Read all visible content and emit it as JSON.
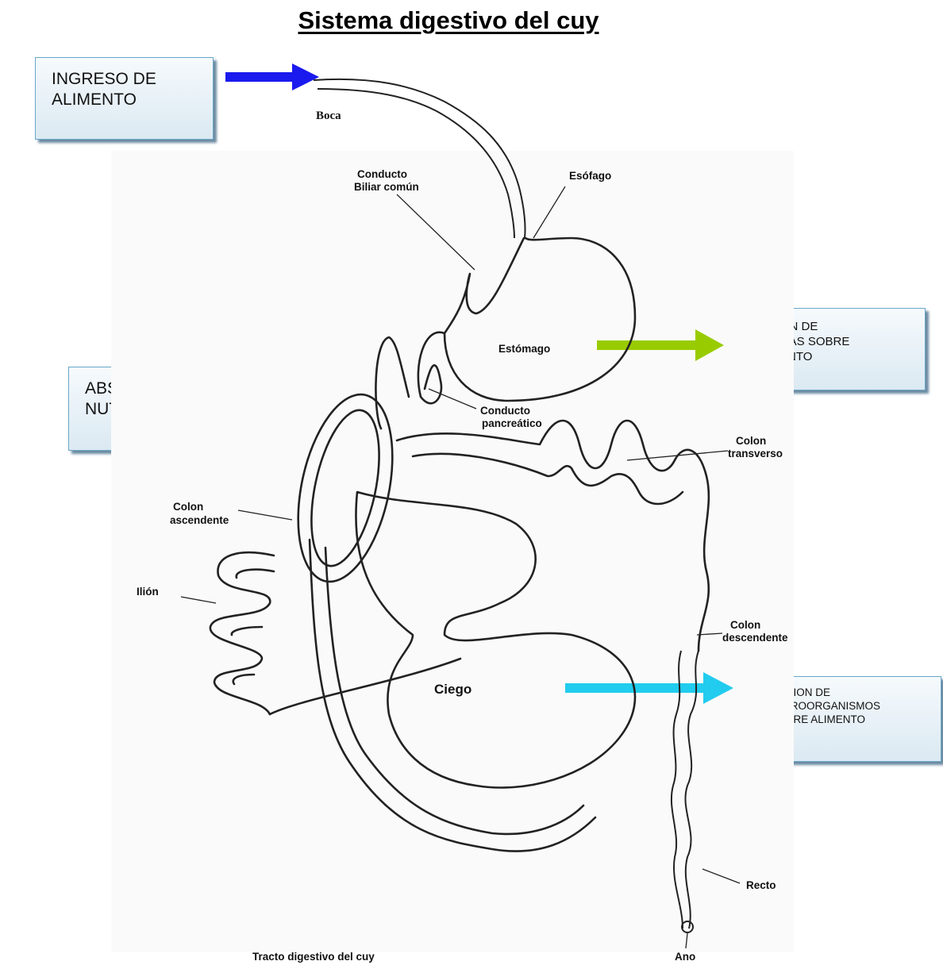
{
  "title": "Sistema digestivo del cuy",
  "callouts": {
    "ingreso": [
      "INGRESO  DE",
      "ALIMENTO"
    ],
    "absorcion": [
      "ABSORCION DE",
      "NUTRIENTES"
    ],
    "enzimas": [
      "ACCION DE",
      "ENZIMAS SOBRE",
      "ALIMENTO"
    ],
    "microorganismos": [
      "ACCION DE",
      "MICROORGANISMOS",
      "SOBRE ALIMENTO"
    ]
  },
  "labels": {
    "boca": "Boca",
    "conducto_biliar": [
      "Conducto",
      "Biliar común"
    ],
    "esofago": "Esófago",
    "estomago": "Estómago",
    "conducto_pancreatico": [
      "Conducto",
      "pancreático"
    ],
    "colon_transverso": [
      "Colon",
      "transverso"
    ],
    "colon_ascendente": [
      "Colon",
      "ascendente"
    ],
    "ilion": "Ilión",
    "colon_descendente": [
      "Colon",
      "descendente"
    ],
    "ciego": "Ciego",
    "recto": "Recto",
    "ano": "Ano",
    "caption": "Tracto digestivo del cuy"
  },
  "colors": {
    "arrow_ingreso": "#1a1aee",
    "arrow_enzimas": "#99cc00",
    "arrow_microorganismos": "#22ccee"
  }
}
